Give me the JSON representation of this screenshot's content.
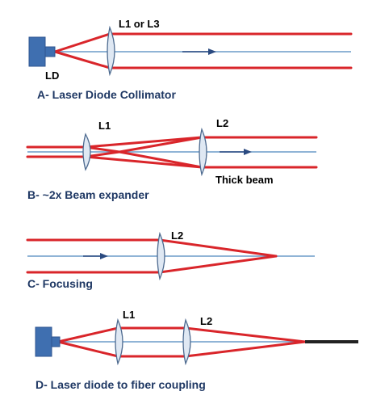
{
  "panels": {
    "a": {
      "lens_label": "L1 or L3",
      "source_label": "LD",
      "caption": "A-  Laser Diode Collimator"
    },
    "b": {
      "lens1_label": "L1",
      "lens2_label": "L2",
      "beam_note": "Thick beam",
      "caption": "B-  ~2x Beam expander"
    },
    "c": {
      "lens_label": "L2",
      "caption": "C-  Focusing"
    },
    "d": {
      "lens1_label": "L1",
      "lens2_label": "L2",
      "caption": "D-  Laser diode to fiber coupling"
    }
  },
  "colors": {
    "ray": "#d9252a",
    "axis": "#6c9bc9",
    "lens": "#dfe8f3",
    "diode": "#3f6fb0",
    "caption": "#1f3864"
  }
}
